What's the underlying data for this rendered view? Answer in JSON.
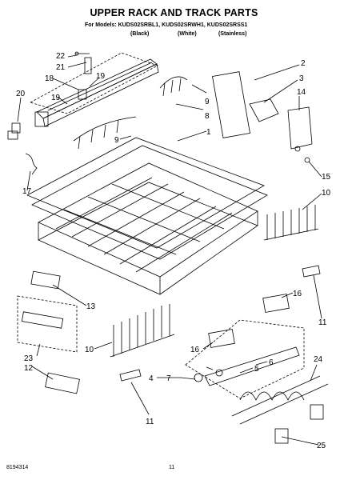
{
  "header": {
    "title": "UPPER RACK AND TRACK PARTS",
    "models_line": "For Models: KUDS02SRBL1, KUDS02SRWH1, KUDS02SRSS1",
    "finishes": [
      "(Black)",
      "(White)",
      "(Stainless)"
    ]
  },
  "callouts": {
    "c1": "1",
    "c2": "2",
    "c3": "3",
    "c4": "4",
    "c5": "5",
    "c6": "6",
    "c7": "7",
    "c8": "8",
    "c9a": "9",
    "c9b": "9",
    "c10a": "10",
    "c10b": "10",
    "c11a": "11",
    "c11b": "11",
    "c12": "12",
    "c13": "13",
    "c14": "14",
    "c15": "15",
    "c16a": "16",
    "c16b": "16",
    "c17": "17",
    "c18": "18",
    "c19a": "19",
    "c19b": "19",
    "c20": "20",
    "c21": "21",
    "c22": "22",
    "c23": "23",
    "c24": "24",
    "c25": "25"
  },
  "footer": {
    "part_number": "8194314",
    "page_number": "11"
  }
}
